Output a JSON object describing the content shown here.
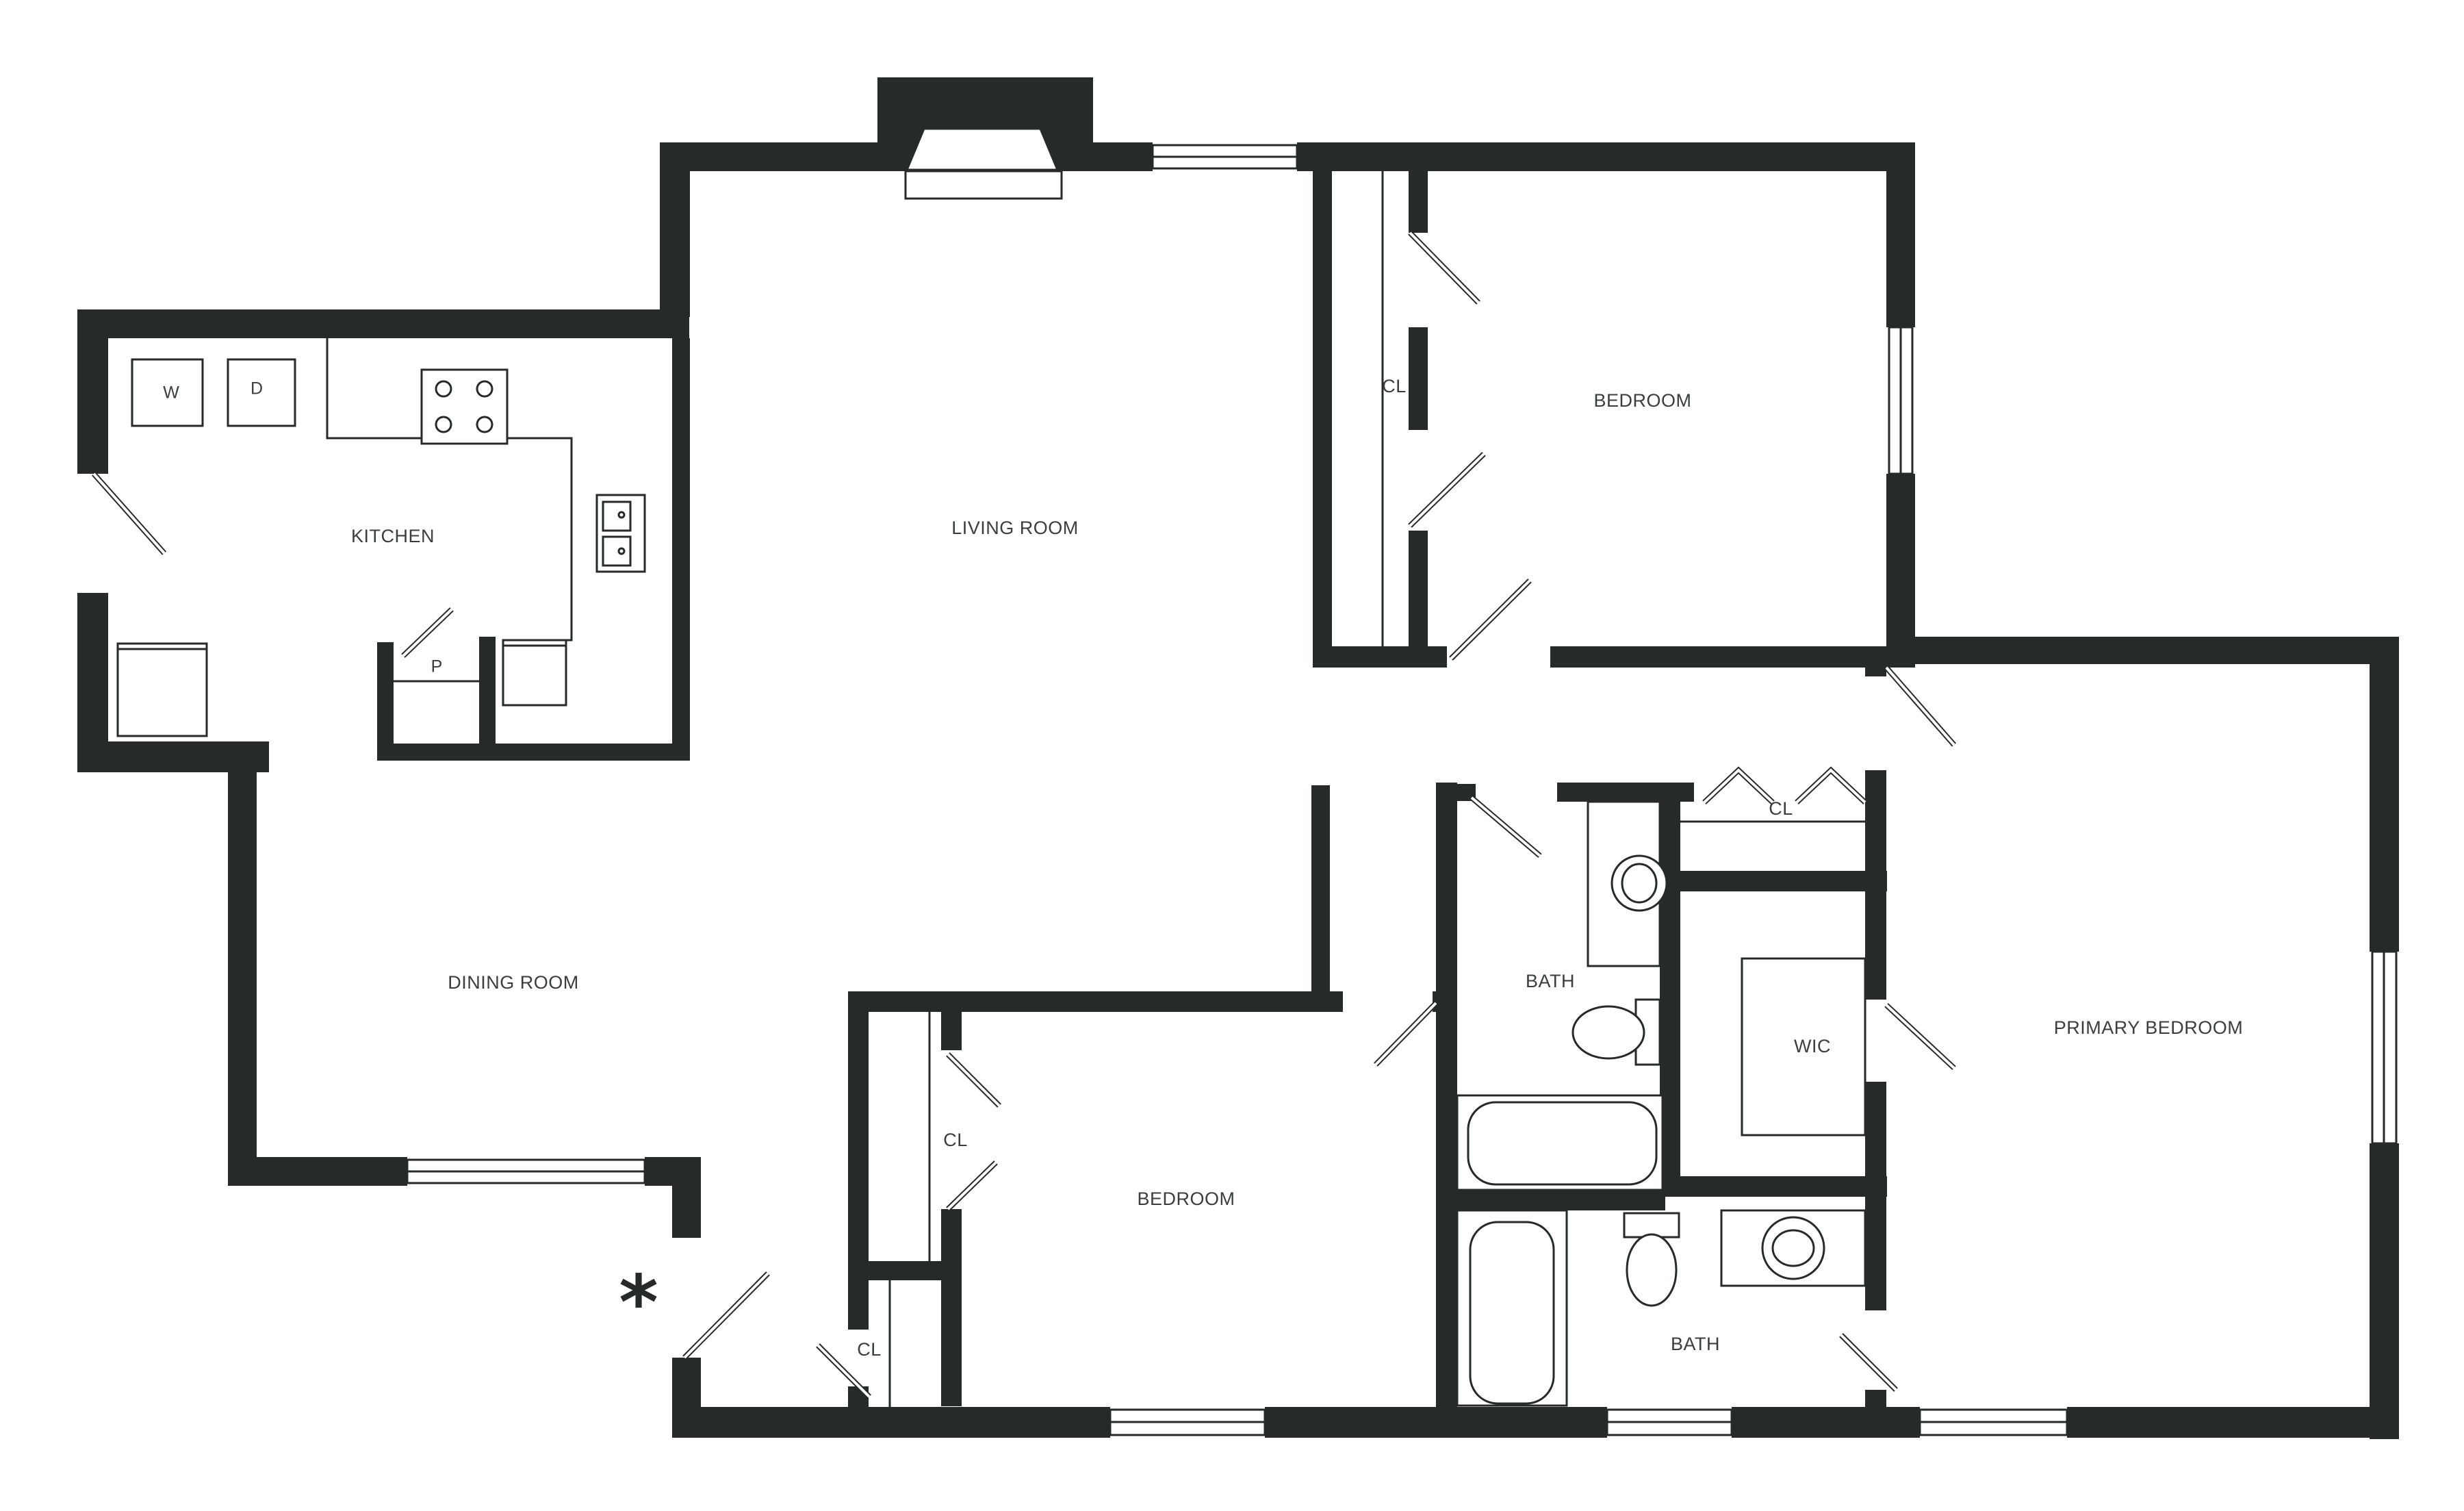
{
  "rooms": {
    "kitchen": "KITCHEN",
    "living_room": "LIVING ROOM",
    "dining_room": "DINING ROOM",
    "bedroom_upper": "BEDROOM",
    "bedroom_lower": "BEDROOM",
    "primary_bedroom": "PRIMARY BEDROOM",
    "wic": "WIC",
    "bath_upper": "BATH",
    "bath_lower": "BATH"
  },
  "closets": {
    "cl_upper_bedroom": "CL",
    "cl_hall": "CL",
    "cl_lower_bedroom": "CL",
    "cl_entry": "CL"
  },
  "appliances": {
    "washer": "W",
    "dryer": "D",
    "pantry": "P"
  },
  "entry_marker": "*",
  "colors": {
    "wall": "#262b2a",
    "background": "#ffffff",
    "label": "#3a3f3e"
  }
}
